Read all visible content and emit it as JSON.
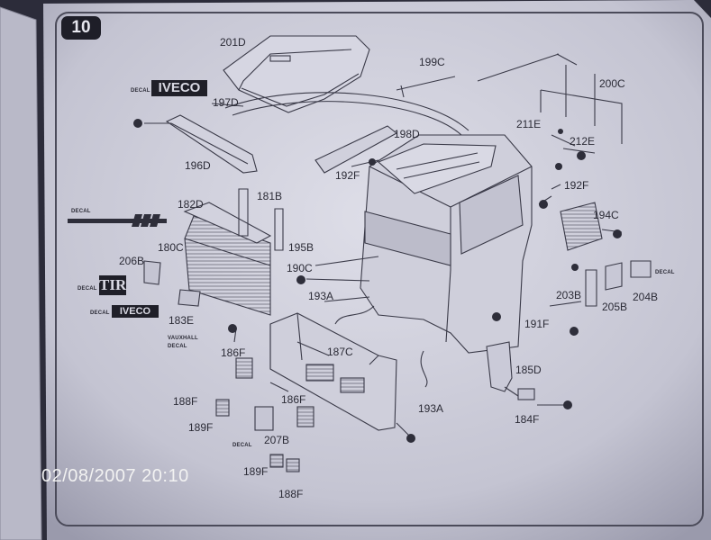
{
  "step_number": "10",
  "timestamp": "02/08/2007  20:10",
  "decal_word": "DECAL",
  "brand_logos": [
    "IVECO",
    "TIR",
    "IVECO"
  ],
  "decal_text_small": "VAUXHALL",
  "parts": [
    {
      "num": "201",
      "suffix": "D"
    },
    {
      "num": "199",
      "suffix": "C"
    },
    {
      "num": "200",
      "suffix": "C"
    },
    {
      "num": "197",
      "suffix": "D"
    },
    {
      "num": "198",
      "suffix": "D"
    },
    {
      "num": "211",
      "suffix": "E"
    },
    {
      "num": "212",
      "suffix": "E"
    },
    {
      "num": "196",
      "suffix": "D"
    },
    {
      "num": "192",
      "suffix": "F"
    },
    {
      "num": "192",
      "suffix": "F"
    },
    {
      "num": "182",
      "suffix": "D"
    },
    {
      "num": "181",
      "suffix": "B"
    },
    {
      "num": "194",
      "suffix": "C"
    },
    {
      "num": "180",
      "suffix": "C"
    },
    {
      "num": "195",
      "suffix": "B"
    },
    {
      "num": "206",
      "suffix": "B"
    },
    {
      "num": "190",
      "suffix": "C"
    },
    {
      "num": "193",
      "suffix": "A"
    },
    {
      "num": "203",
      "suffix": "B"
    },
    {
      "num": "204",
      "suffix": "B"
    },
    {
      "num": "205",
      "suffix": "B"
    },
    {
      "num": "183",
      "suffix": "E"
    },
    {
      "num": "191",
      "suffix": "F"
    },
    {
      "num": "186",
      "suffix": "F"
    },
    {
      "num": "187",
      "suffix": "C"
    },
    {
      "num": "185",
      "suffix": "D"
    },
    {
      "num": "188",
      "suffix": "F"
    },
    {
      "num": "186",
      "suffix": "F"
    },
    {
      "num": "193",
      "suffix": "A"
    },
    {
      "num": "189",
      "suffix": "F"
    },
    {
      "num": "184",
      "suffix": "F"
    },
    {
      "num": "207",
      "suffix": "B"
    },
    {
      "num": "189",
      "suffix": "F"
    },
    {
      "num": "188",
      "suffix": "F"
    }
  ]
}
